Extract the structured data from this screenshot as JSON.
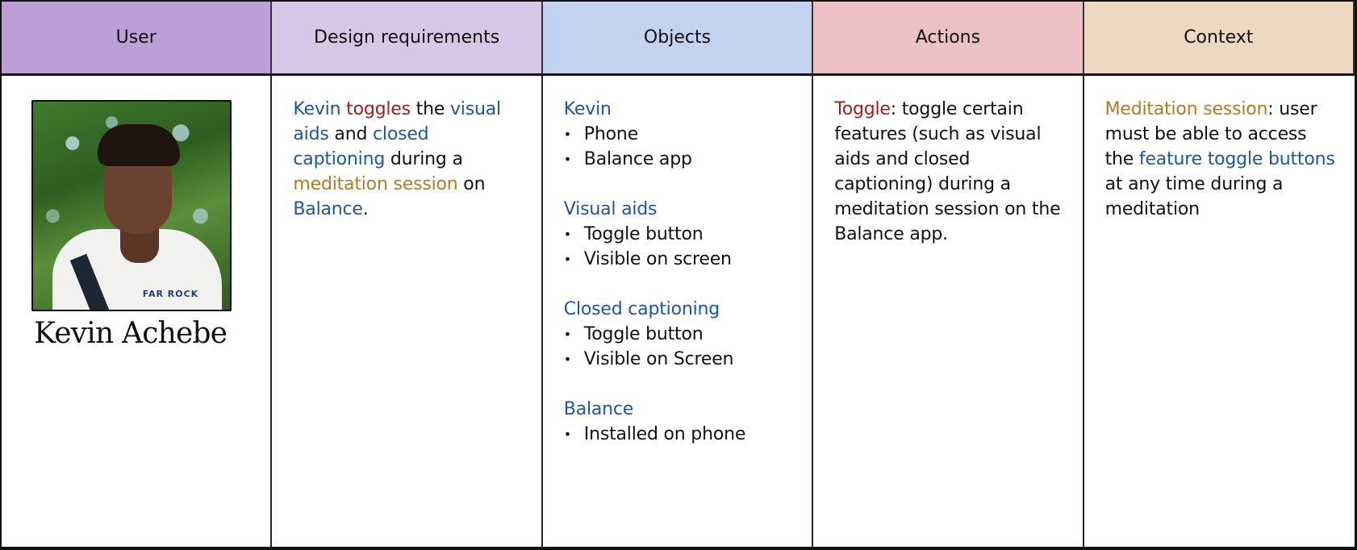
{
  "headers": [
    {
      "label": "User",
      "color": "#BD9FD8"
    },
    {
      "label": "Design requirements",
      "color": "#D9C6E6"
    },
    {
      "label": "Objects",
      "color": "#C3D2EE"
    },
    {
      "label": "Actions",
      "color": "#ECC1C3"
    },
    {
      "label": "Context",
      "color": "#EDD8C1"
    }
  ],
  "colors": {
    "object_blue": "#1F55A0",
    "action_red": "#A01F1F",
    "context_gold": "#B07C22"
  },
  "user": {
    "name": "Kevin Achebe",
    "photo_shirt_text": "FAR ROCK"
  },
  "design_requirements": {
    "segments": [
      {
        "text": "Kevin",
        "type": "object"
      },
      {
        "text": " ",
        "type": "plain"
      },
      {
        "text": "toggles",
        "type": "action"
      },
      {
        "text": " the ",
        "type": "plain"
      },
      {
        "text": "visual aids",
        "type": "object"
      },
      {
        "text": " and ",
        "type": "plain"
      },
      {
        "text": "closed captioning",
        "type": "object"
      },
      {
        "text": " during a ",
        "type": "plain"
      },
      {
        "text": "meditation session",
        "type": "context"
      },
      {
        "text": " on ",
        "type": "plain"
      },
      {
        "text": "Balance",
        "type": "object"
      },
      {
        "text": ".",
        "type": "plain"
      }
    ]
  },
  "objects": [
    {
      "title": "Kevin",
      "items": [
        "Phone",
        "Balance app"
      ]
    },
    {
      "title": "Visual aids",
      "items": [
        "Toggle button",
        "Visible on screen"
      ]
    },
    {
      "title": "Closed captioning",
      "items": [
        "Toggle button",
        "Visible on Screen"
      ]
    },
    {
      "title": "Balance",
      "items": [
        "Installed on phone"
      ]
    }
  ],
  "actions": {
    "term": "Toggle",
    "description": ": toggle certain features (such as visual aids and closed captioning) during a meditation session on the Balance app."
  },
  "context": {
    "term": "Meditation session",
    "text_before": ": user must be able to access the ",
    "highlight": "feature toggle buttons",
    "text_after": " at any time during a meditation"
  }
}
